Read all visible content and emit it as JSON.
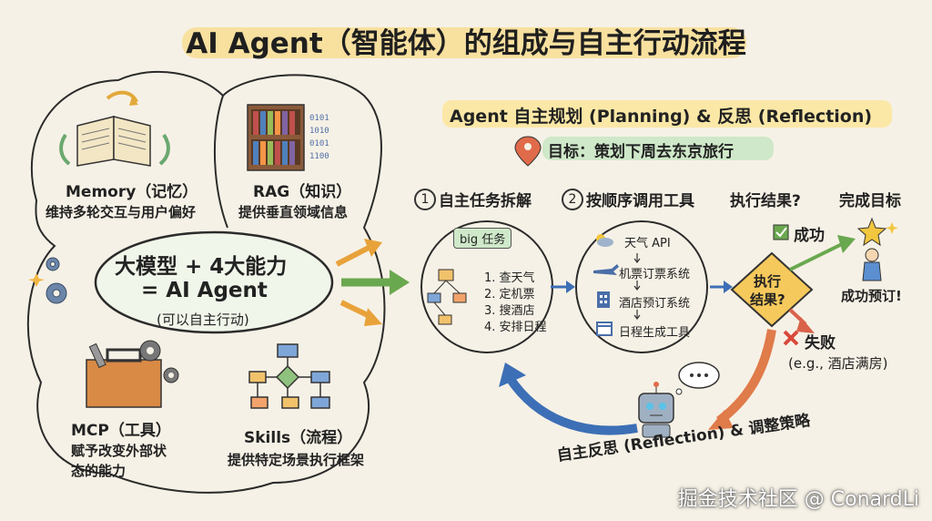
{
  "title": "AI Agent（智能体）的组成与自主行动流程",
  "left": {
    "memory": {
      "name": "Memory（记忆）",
      "desc": "维持多轮交互与用户偏好",
      "icon": "book-icon"
    },
    "rag": {
      "name": "RAG（知识）",
      "desc": "提供垂直领域信息",
      "icon": "bookshelf-icon"
    },
    "mcp": {
      "name": "MCP（工具）",
      "desc_line1": "赋予改变外部状",
      "desc_line2": "态的能力",
      "icon": "toolbox-icon"
    },
    "skills": {
      "name": "Skills（流程）",
      "desc": "提供特定场景执行框架",
      "icon": "flowchart-icon"
    },
    "center_line1": "大模型 + 4大能力",
    "center_line2": "= AI Agent",
    "center_line3": "(可以自主行动)"
  },
  "right": {
    "heading": "Agent 自主规划 (Planning) & 反思 (Reflection)",
    "goal": "目标：策划下周去东京旅行",
    "step1_label": "1",
    "step1_title": "自主任务拆解",
    "step2_label": "2",
    "step2_title": "按顺序调用工具",
    "exec_result_title": "执行结果?",
    "complete_title": "完成目标",
    "big_task": "big 任务",
    "subtasks": [
      "1. 查天气",
      "2. 定机票",
      "3. 搜酒店",
      "4. 安排日程"
    ],
    "tools": [
      "天气 API",
      "机票订票系统",
      "酒店预订系统",
      "日程生成工具"
    ],
    "diamond_line1": "执行",
    "diamond_line2": "结果?",
    "success": "成功",
    "success_result": "成功预订!",
    "fail": "失败",
    "fail_example": "(e.g., 酒店满房)",
    "reflection": "自主反思 (Reflection) & 调整策略"
  },
  "watermark": "掘金技术社区 @ ConardLi",
  "colors": {
    "background": "#f6f1e6",
    "title_highlight": "#f8dd92",
    "green": "#6aa84f",
    "orange": "#e07b4a",
    "blue": "#3c6fb6"
  }
}
